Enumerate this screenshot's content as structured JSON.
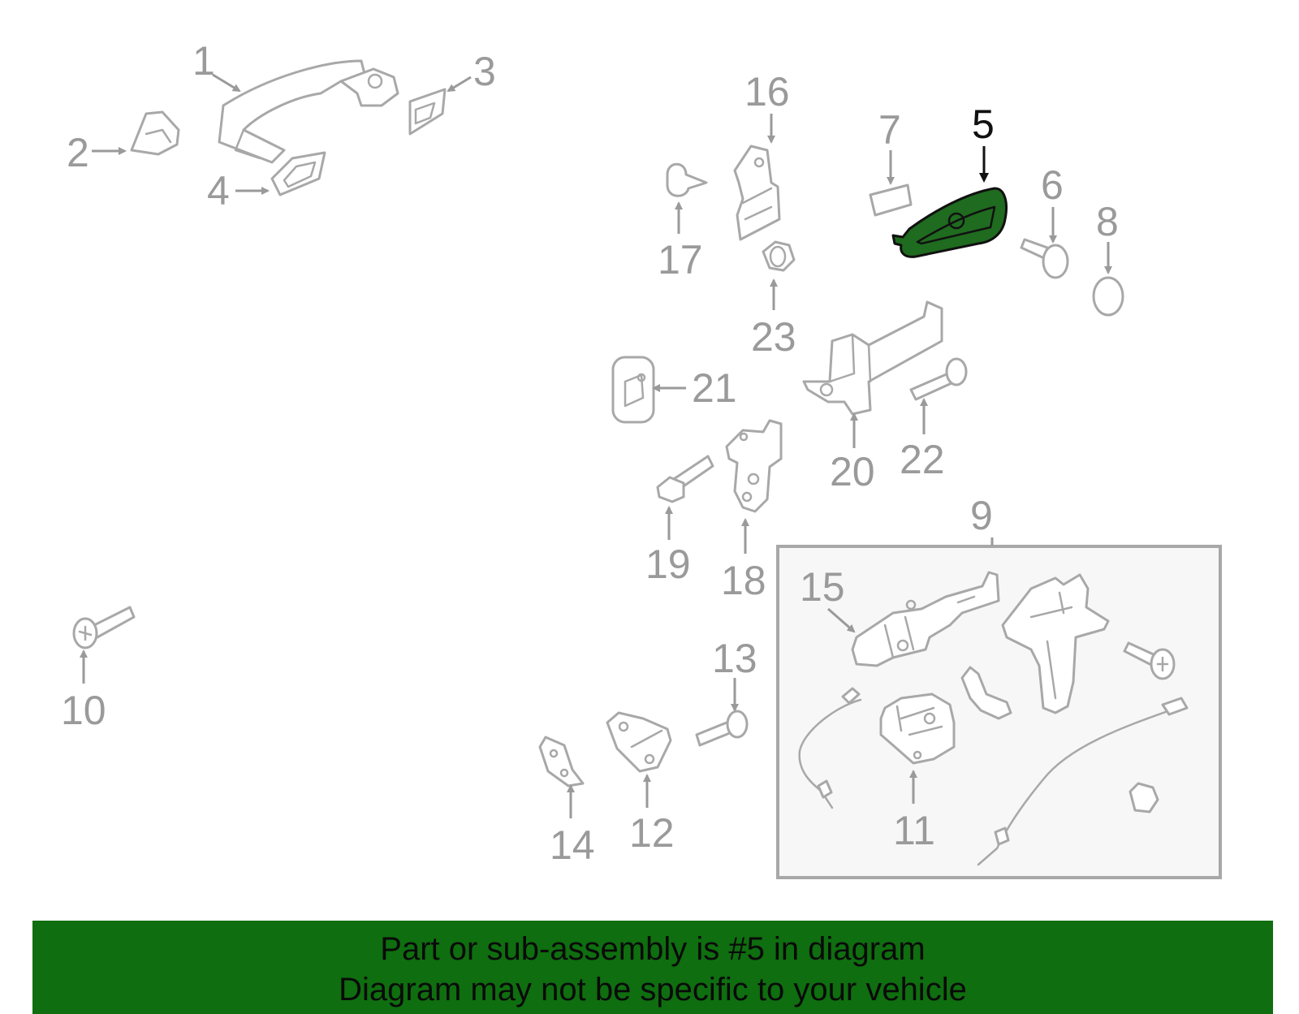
{
  "diagram": {
    "selected_part": "5",
    "callouts": [
      "1",
      "2",
      "3",
      "4",
      "5",
      "6",
      "7",
      "8",
      "9",
      "10",
      "11",
      "12",
      "13",
      "14",
      "15",
      "16",
      "17",
      "18",
      "19",
      "20",
      "21",
      "22",
      "23"
    ],
    "colors": {
      "highlight_fill": "#1f6b1f",
      "line_gray": "#a8a8a8",
      "banner_green": "#0f6e0f"
    }
  },
  "banner": {
    "line1": "Part or sub-assembly is #5 in diagram",
    "line2": "Diagram may not be specific to your vehicle"
  }
}
